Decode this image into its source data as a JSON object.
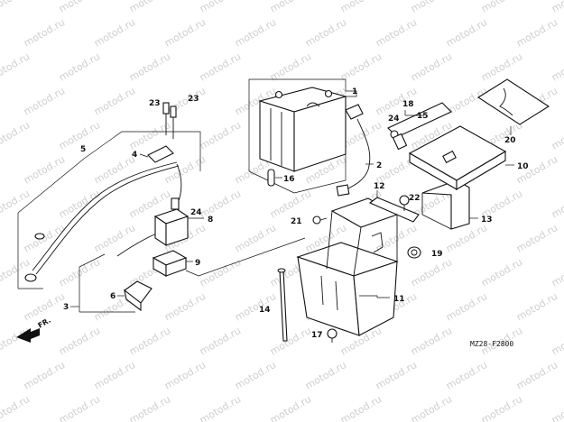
{
  "watermark": {
    "text": "motod.ru"
  },
  "diagram_code": "MZ28-F2800",
  "direction_label": "FR.",
  "callouts": {
    "c1": "1",
    "c2": "2",
    "c3": "3",
    "c4": "4",
    "c5": "5",
    "c6": "6",
    "c8": "8",
    "c9": "9",
    "c10": "10",
    "c11": "11",
    "c12": "12",
    "c13": "13",
    "c14": "14",
    "c15": "15",
    "c16": "16",
    "c17": "17",
    "c18": "18",
    "c19": "19",
    "c20": "20",
    "c21": "21",
    "c22": "22",
    "c23a": "23",
    "c23b": "23",
    "c24a": "24",
    "c24b": "24"
  },
  "colors": {
    "line": "#111111",
    "watermark": "#cfcfcf",
    "background": "#ffffff"
  }
}
